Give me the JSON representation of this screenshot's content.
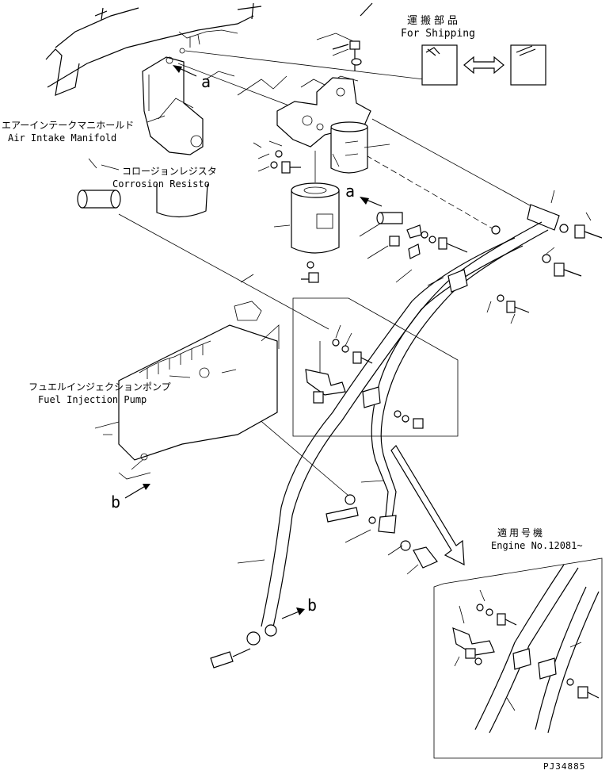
{
  "labels": {
    "shipping_jp": "運搬部品",
    "shipping_en": "For Shipping",
    "air_intake_jp": "エアーインテークマニホールド",
    "air_intake_en": "Air Intake Manifold",
    "corrosion_jp": "コロージョンレジスタ",
    "corrosion_en": "Corrosion Resisto",
    "fuel_pump_jp": "フュエルインジェクションポンプ",
    "fuel_pump_en": "Fuel Injection Pump",
    "engine_jp": "適用号機",
    "engine_en": "Engine No.12081~",
    "ref_a": "a",
    "ref_b": "b",
    "drawing_no": "PJ34885"
  }
}
